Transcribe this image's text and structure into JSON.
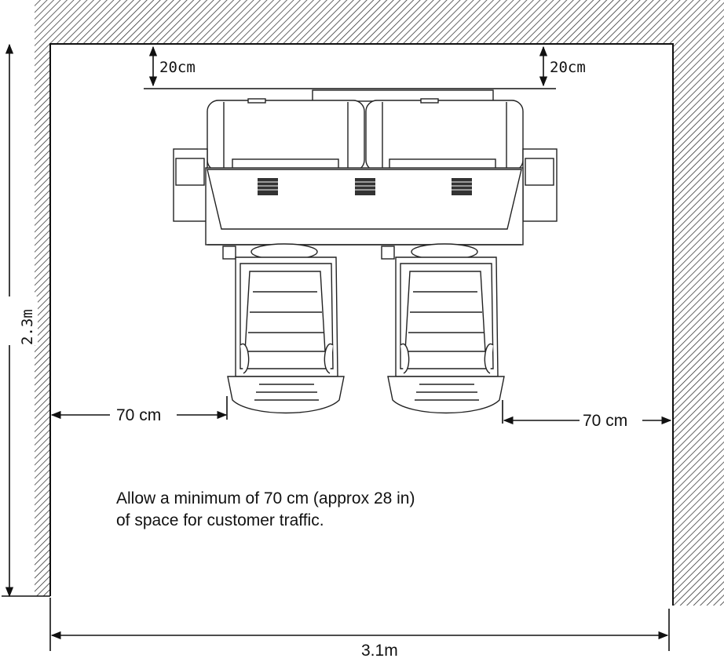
{
  "dimensions": {
    "top_left_clearance": "20cm",
    "top_right_clearance": "20cm",
    "height": "2.3m",
    "width": "3.1m",
    "left_clearance": "70 cm",
    "right_clearance": "70 cm"
  },
  "note": {
    "line1": "Allow a minimum of 70 cm (approx 28 in)",
    "line2": "of space for customer traffic."
  }
}
